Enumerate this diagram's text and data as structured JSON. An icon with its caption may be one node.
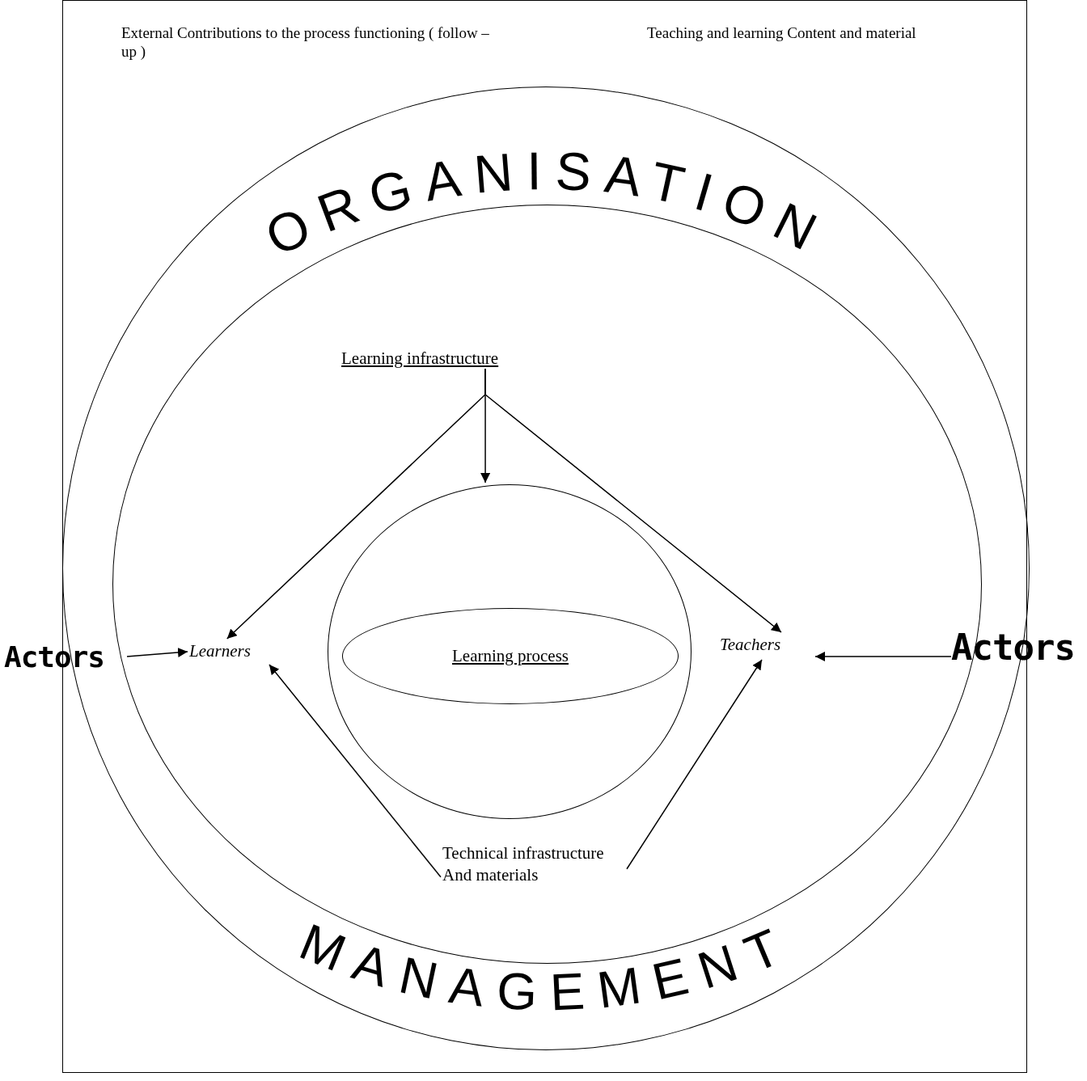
{
  "diagram": {
    "nodes": [
      {
        "text": [
          "ORGANISATION",
          "MANAGEMENT"
        ]
      },
      {
        "text": [],
        "shape": "circle",
        "in": 0
      },
      {
        "text": [
          "Learning infrastructure"
        ],
        "in": 1
      },
      {
        "text": [
          "Actors"
        ]
      },
      {
        "text": [
          "Learners"
        ],
        "in": 1
      },
      {
        "text": [],
        "shape": "circle",
        "in": 1
      },
      {
        "text": [
          "Learning process"
        ],
        "in": 5
      },
      {
        "text": [
          "Teachers"
        ],
        "in": 1
      },
      {
        "text": [
          "Actors"
        ]
      },
      {
        "text": [
          "Technical infrastructure And materials"
        ],
        "in": 1
      }
    ],
    "edges": [
      {
        "from": 2,
        "to": 4,
        "arrow": "to"
      },
      {
        "from": 2,
        "to": 5,
        "arrow": "to"
      },
      {
        "from": 2,
        "to": 7,
        "arrow": "to"
      },
      {
        "from": 3,
        "to": 4,
        "arrow": "to"
      },
      {
        "from": 8,
        "to": 7,
        "arrow": "to"
      },
      {
        "from": 9,
        "to": 4,
        "arrow": "to"
      },
      {
        "from": 9,
        "to": 7,
        "arrow": "to"
      }
    ],
    "labels": [
      "External Contributions to the process functioning ( follow –up )",
      "Teaching and learning Content and material"
    ]
  }
}
